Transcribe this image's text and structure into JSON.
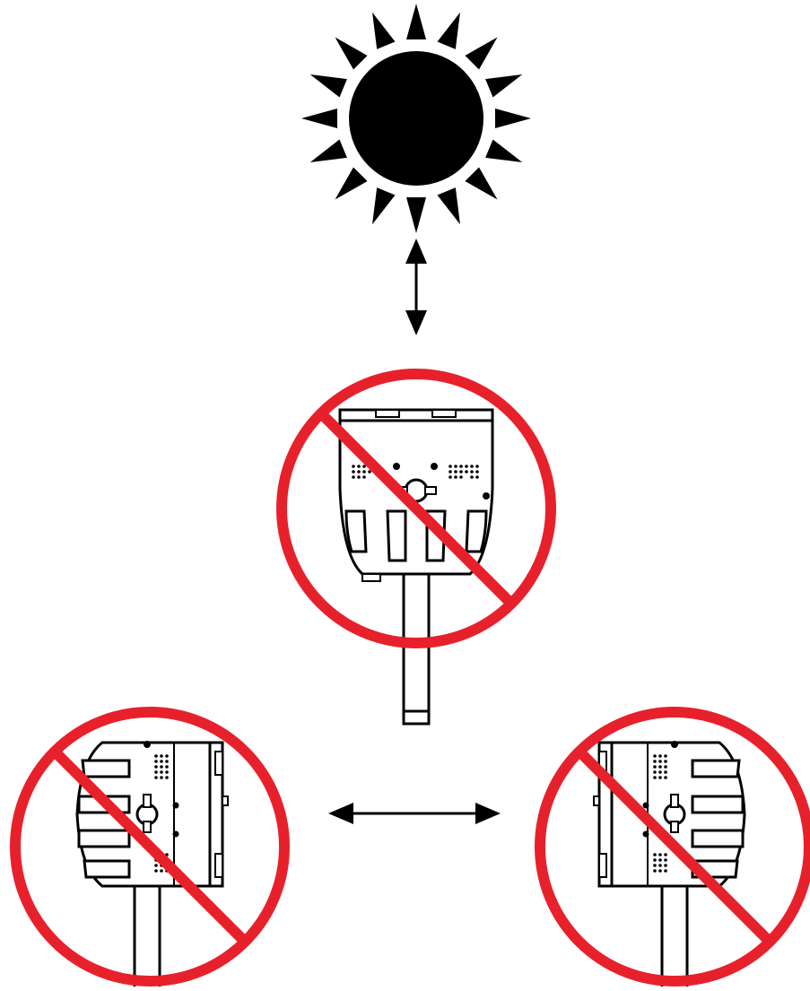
{
  "colors": {
    "background": "#ffffff",
    "ink": "#000000",
    "prohibition_red": "#e7212b"
  },
  "diagram": {
    "sun": {
      "icon": "sun-icon"
    },
    "vertical_arrow": {
      "icon": "double-headed-vertical-arrow"
    },
    "horizontal_arrow": {
      "icon": "double-headed-horizontal-arrow"
    },
    "prohibited_orientations": [
      {
        "name": "speaker-facing-up",
        "icon": "prohibition-sign-icon"
      },
      {
        "name": "speaker-tilted-left",
        "icon": "prohibition-sign-icon"
      },
      {
        "name": "speaker-tilted-right",
        "icon": "prohibition-sign-icon"
      }
    ]
  }
}
